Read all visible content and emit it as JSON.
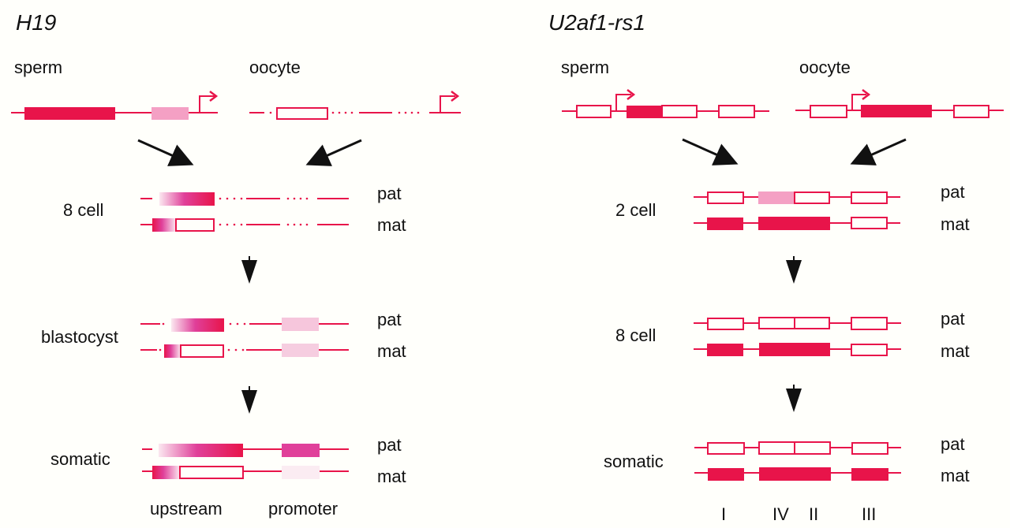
{
  "colors": {
    "line": "#e8144a",
    "exon_dark": "#e8144a",
    "exon_light": "#f4a0c4",
    "exon_pale": "#f8e0ea",
    "exon_magenta": "#e0409a",
    "arrow": "#111111",
    "background": "#fffffb"
  },
  "h19": {
    "title": "H19",
    "gamete_labels": {
      "sperm": "sperm",
      "oocyte": "oocyte"
    },
    "stages": [
      {
        "name": "8 cell",
        "pat": "pat",
        "mat": "mat"
      },
      {
        "name": "blastocyst",
        "pat": "pat",
        "mat": "mat"
      },
      {
        "name": "somatic",
        "pat": "pat",
        "mat": "mat"
      }
    ],
    "region_labels": {
      "upstream": "upstream",
      "promoter": "promoter"
    }
  },
  "u2af": {
    "title": "U2af1-rs1",
    "gamete_labels": {
      "sperm": "sperm",
      "oocyte": "oocyte"
    },
    "stages": [
      {
        "name": "2 cell",
        "pat": "pat",
        "mat": "mat"
      },
      {
        "name": "8 cell",
        "pat": "pat",
        "mat": "mat"
      },
      {
        "name": "somatic",
        "pat": "pat",
        "mat": "mat"
      }
    ],
    "exon_labels": [
      "I",
      "IV",
      "II",
      "III"
    ]
  }
}
